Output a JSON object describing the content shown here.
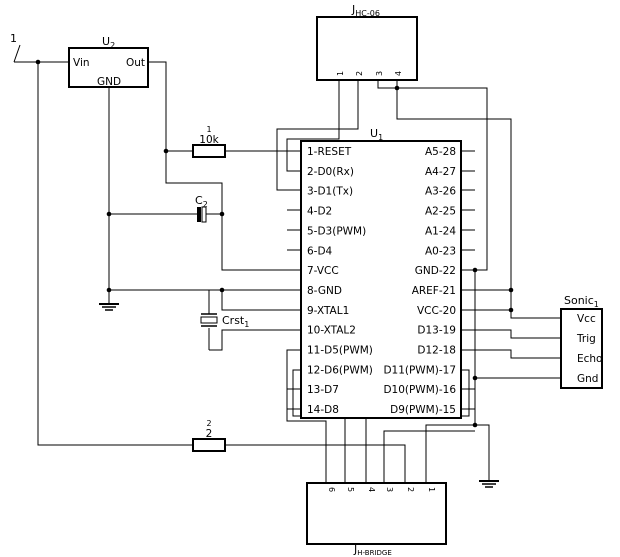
{
  "components": {
    "switch": {
      "label": "1"
    },
    "regulator": {
      "designator": "U",
      "sub": "2",
      "pin_vin": "Vin",
      "pin_out": "Out",
      "pin_gnd": "GND"
    },
    "hc06": {
      "designator": "J",
      "sub": "HC-06",
      "pins": [
        "1",
        "2",
        "3",
        "4"
      ]
    },
    "resistor_reset": {
      "number": "1",
      "value": "10k"
    },
    "capacitor": {
      "designator": "C",
      "sub": "2"
    },
    "crystal": {
      "designator": "Crst",
      "sub": "1"
    },
    "resistor_2": {
      "number": "2",
      "value": "2"
    },
    "hbridge": {
      "designator": "J",
      "sub": "H-BRIDGE",
      "pins": [
        "6",
        "5",
        "4",
        "3",
        "2",
        "1"
      ]
    },
    "sonic": {
      "designator": "Sonic",
      "sub": "1",
      "pins": [
        "Vcc",
        "Trig",
        "Echo",
        "Gnd"
      ]
    },
    "mcu": {
      "designator": "U",
      "sub": "1",
      "left_pins": [
        "1-RESET",
        "2-D0(Rx)",
        "3-D1(Tx)",
        "4-D2",
        "5-D3(PWM)",
        "6-D4",
        "7-VCC",
        "8-GND",
        "9-XTAL1",
        "10-XTAL2",
        "11-D5(PWM)",
        "12-D6(PWM)",
        "13-D7",
        "14-D8"
      ],
      "right_pins": [
        "A5-28",
        "A4-27",
        "A3-26",
        "A2-25",
        "A1-24",
        "A0-23",
        "GND-22",
        "AREF-21",
        "VCC-20",
        "D13-19",
        "D12-18",
        "D11(PWM)-17",
        "D10(PWM)-16",
        "D9(PWM)-15"
      ]
    }
  }
}
